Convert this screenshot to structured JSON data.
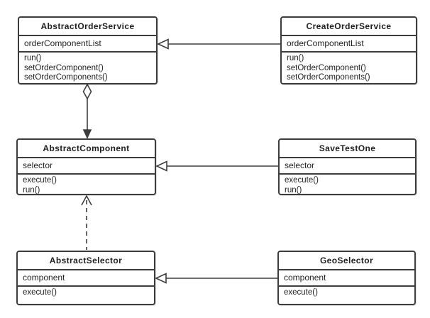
{
  "diagram": {
    "kind": "uml-class-diagram",
    "colors": {
      "line": "#3d3d3d",
      "background": "#ffffff",
      "text": "#1f1f1f"
    },
    "classes": [
      {
        "name": "AbstractOrderService",
        "attributes": [
          "orderComponentList"
        ],
        "methods": [
          "run()",
          "setOrderComponent()",
          "setOrderComponents()"
        ]
      },
      {
        "name": "CreateOrderService",
        "attributes": [
          "orderComponentList"
        ],
        "methods": [
          "run()",
          "setOrderComponent()",
          "setOrderComponents()"
        ]
      },
      {
        "name": "AbstractComponent",
        "attributes": [
          "selector"
        ],
        "methods": [
          "execute()",
          "run()"
        ]
      },
      {
        "name": "SaveTestOne",
        "attributes": [
          "selector"
        ],
        "methods": [
          "execute()",
          "run()"
        ]
      },
      {
        "name": "AbstractSelector",
        "attributes": [
          "component"
        ],
        "methods": [
          "execute()"
        ]
      },
      {
        "name": "GeoSelector",
        "attributes": [
          "component"
        ],
        "methods": [
          "execute()"
        ]
      }
    ],
    "relationships": [
      {
        "from": "CreateOrderService",
        "to": "AbstractOrderService",
        "type": "generalization",
        "line": "solid",
        "marker": "hollow-triangle"
      },
      {
        "from": "AbstractOrderService",
        "to": "AbstractComponent",
        "type": "aggregation",
        "line": "solid",
        "marker": "hollow-diamond-and-filled-arrow"
      },
      {
        "from": "SaveTestOne",
        "to": "AbstractComponent",
        "type": "generalization",
        "line": "solid",
        "marker": "hollow-triangle"
      },
      {
        "from": "AbstractSelector",
        "to": "AbstractComponent",
        "type": "dependency",
        "line": "dashed",
        "marker": "open-arrow"
      },
      {
        "from": "GeoSelector",
        "to": "AbstractSelector",
        "type": "generalization",
        "line": "solid",
        "marker": "hollow-triangle"
      }
    ]
  }
}
